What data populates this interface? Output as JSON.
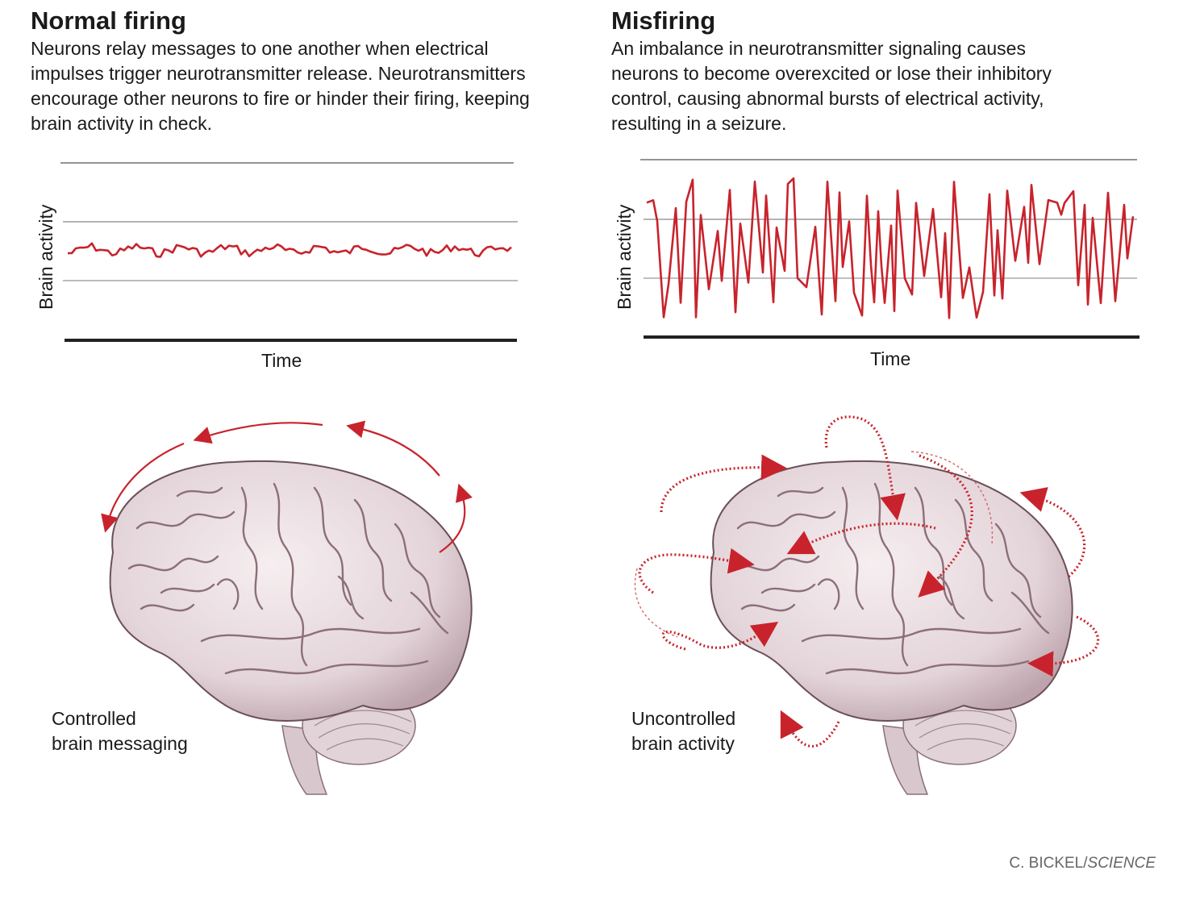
{
  "left": {
    "title": "Normal firing",
    "description": "Neurons relay messages to one another when electrical impulses trigger neurotransmitter release. Neurotransmitters encourage other neurons to fire or hinder their firing, keeping brain activity in check.",
    "chart": {
      "ylabel": "Brain activity",
      "xlabel": "Time",
      "line_color": "#c8232c"
    },
    "caption": "Controlled\nbrain messaging"
  },
  "right": {
    "title": "Misfiring",
    "description": "An imbalance in neurotransmitter signaling causes neurons to become overexcited or lose their inhibitory control, causing abnormal bursts of electrical activity, resulting in a seizure.",
    "chart": {
      "ylabel": "Brain activity",
      "xlabel": "Time",
      "line_color": "#c8232c"
    },
    "caption": "Uncontrolled\nbrain activity"
  },
  "credit": {
    "author": "C. BICKEL/",
    "publication": "SCIENCE"
  },
  "colors": {
    "accent": "#c8232c",
    "brain": "#e9dde1",
    "brain_shade": "#b89ea6"
  }
}
